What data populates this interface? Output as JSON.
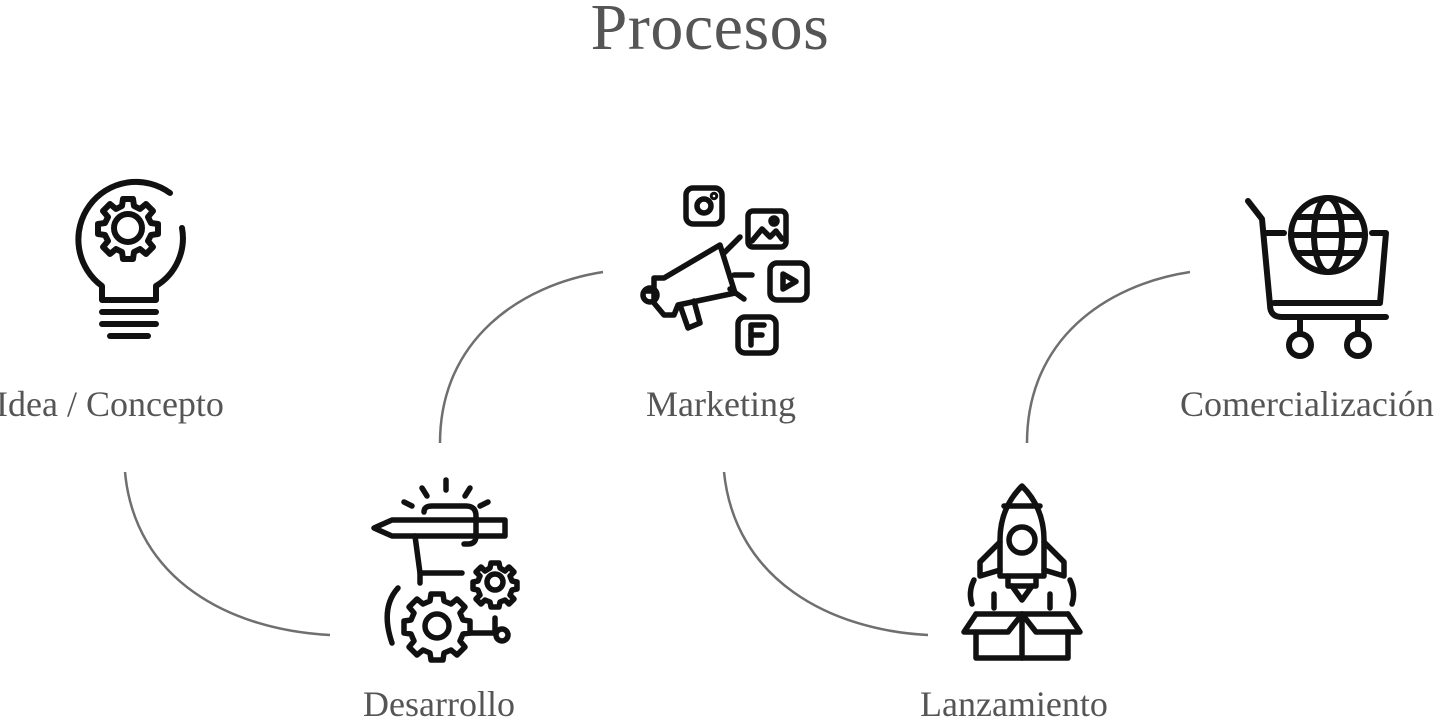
{
  "title": "Procesos",
  "steps": [
    {
      "label": "Idea / Concepto",
      "icon": "lightbulb-gear-icon"
    },
    {
      "label": "Desarrollo",
      "icon": "hand-pencil-gears-icon"
    },
    {
      "label": "Marketing",
      "icon": "megaphone-social-icon"
    },
    {
      "label": "Lanzamiento",
      "icon": "rocket-box-icon"
    },
    {
      "label": "Comercialización",
      "icon": "cart-globe-icon"
    }
  ],
  "colors": {
    "text": "#555555",
    "connector": "#6f6f6f",
    "icon": "#111111"
  }
}
